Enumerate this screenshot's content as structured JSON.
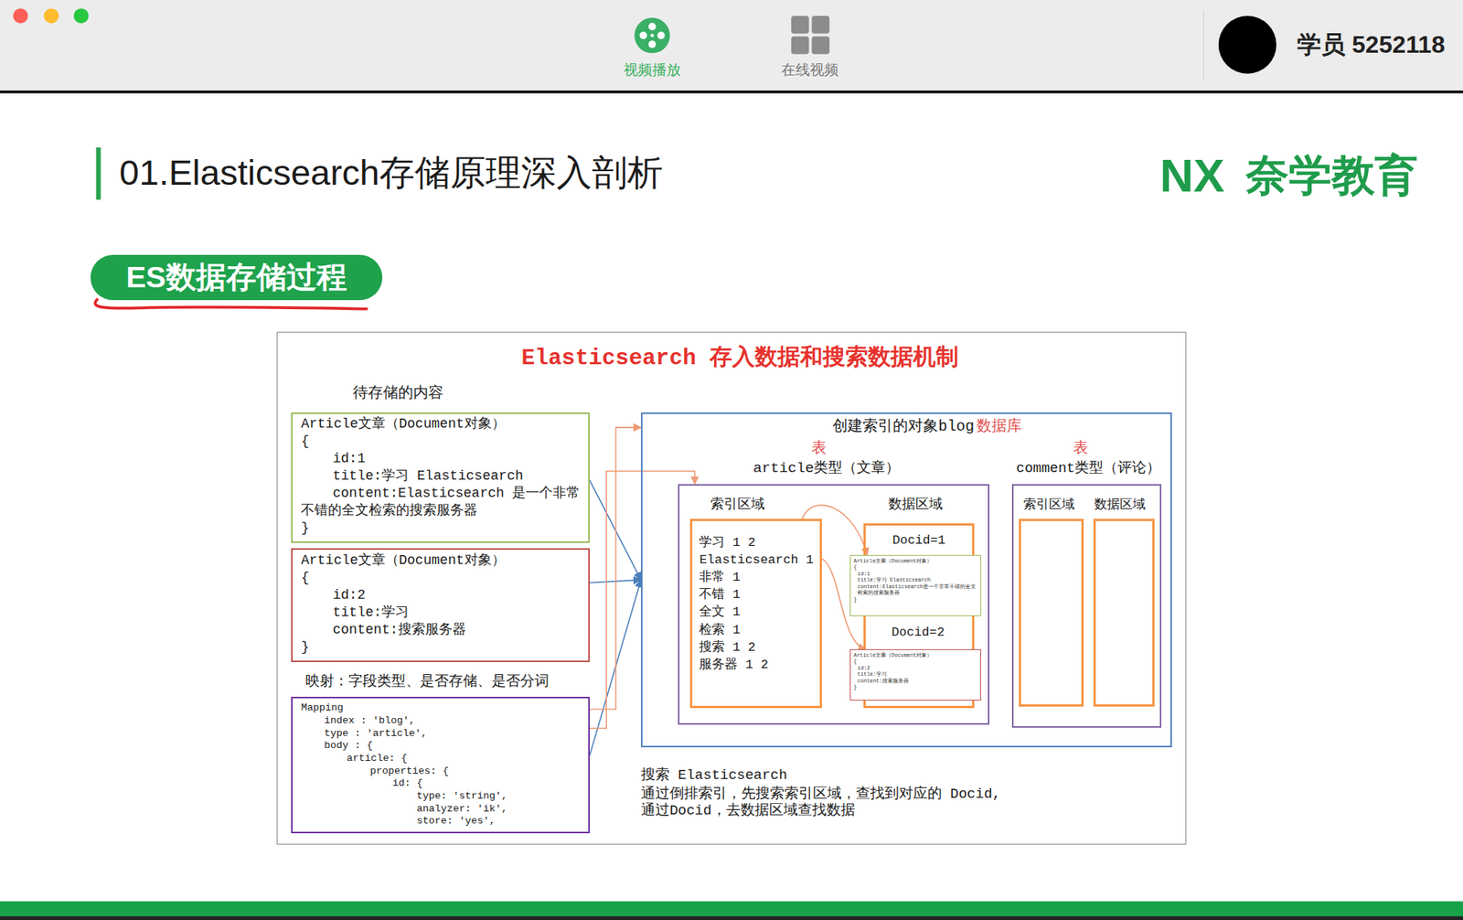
{
  "diagram": {
    "title": "01.Elasticsearch存储原理深入剖析",
    "nodes": [
      {
        "text": [
          "ES数据存储过程"
        ]
      },
      {
        "text": [
          "Elasticsearch 存入数据和搜索数据机制"
        ]
      },
      {
        "text": [
          "Article文章（Document对象）",
          "{",
          "id:1",
          "title:学习 Elasticsearch",
          "content:Elasticsearch 是一个非常不错的全文检索的搜索服务器",
          "}"
        ],
        "in": 1
      },
      {
        "text": [
          "Article文章（Document对象）",
          "{",
          "id:2",
          "title:学习",
          "content:搜索服务器",
          "}"
        ],
        "in": 1
      },
      {
        "text": [
          "映射：字段类型、是否存储、是否分词",
          "Mapping",
          "index : 'blog',",
          "type : 'article',",
          "body : {",
          "article: {",
          "properties: {",
          "id: {",
          "type: 'string',",
          "analyzer: 'ik',",
          "store: 'yes',"
        ],
        "in": 1
      },
      {
        "text": [
          "创建索引的对象blog"
        ],
        "in": 1
      },
      {
        "text": [
          "article类型（文章）"
        ],
        "in": 5
      },
      {
        "text": [
          "索引区域",
          "学习 1 2",
          "Elasticsearch 1",
          "非常 1",
          "不错 1",
          "全文 1",
          "检索 1",
          "搜索 1 2",
          "服务器 1 2"
        ],
        "in": 6
      },
      {
        "text": [
          "数据区域"
        ],
        "in": 6
      },
      {
        "text": [
          "Docid=1",
          "Article文章（Document对象）",
          "{",
          "id:1",
          "title:学习 Elasticsearch",
          "content:Elasticsearch是一个非常不错的全文检索的搜索服务器",
          "}"
        ],
        "in": 8
      },
      {
        "text": [
          "Docid=2",
          "Article文章（Document对象）",
          "{",
          "id:2",
          "title:学习",
          "content:搜索服务器",
          "}"
        ],
        "in": 8
      },
      {
        "text": [
          "comment类型（评论）"
        ],
        "in": 5
      },
      {
        "text": [
          "索引区域"
        ],
        "in": 11
      },
      {
        "text": [
          "数据区域"
        ],
        "in": 11
      }
    ],
    "edges": [
      {
        "from": 2,
        "to": 5,
        "arrow": "to"
      },
      {
        "from": 3,
        "to": 5,
        "arrow": "to"
      },
      {
        "from": 4,
        "to": 5,
        "arrow": "to"
      },
      {
        "from": 4,
        "to": 5,
        "arrow": "to"
      },
      {
        "from": 4,
        "to": 6,
        "arrow": "to"
      },
      {
        "from": 7,
        "to": 9,
        "arrow": "to"
      },
      {
        "from": 7,
        "to": 10,
        "arrow": "to"
      }
    ],
    "labels": [
      "视频播放",
      "在线视频",
      "学员 5252118",
      "NX",
      "奈学教育",
      "待存储的内容",
      "数据库",
      "表",
      "表",
      "搜索 Elasticsearch",
      "通过倒排索引，先搜索索引区域，查找到对应的 Docid,",
      "通过Docid，去数据区域查找数据"
    ]
  }
}
